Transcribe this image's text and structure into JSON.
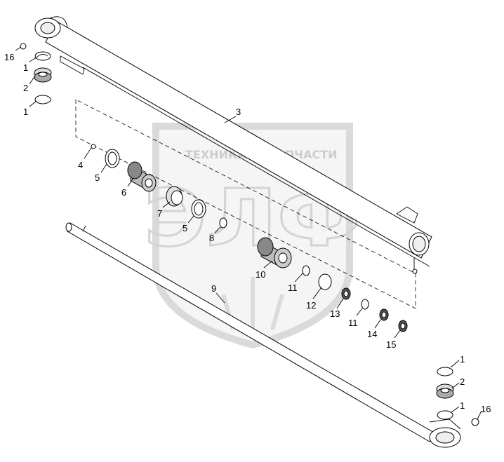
{
  "watermark": {
    "line1_left": "ТЕХНИКА",
    "line1_right": "ЗАПЧАСТИ",
    "monogram": "ЭЛФ",
    "gear_icon": "gear-icon"
  },
  "callouts": [
    {
      "id": "c16a",
      "text": "16"
    },
    {
      "id": "c1a",
      "text": "1"
    },
    {
      "id": "c2a",
      "text": "2"
    },
    {
      "id": "c1b",
      "text": "1"
    },
    {
      "id": "c3",
      "text": "3"
    },
    {
      "id": "c4",
      "text": "4"
    },
    {
      "id": "c5a",
      "text": "5"
    },
    {
      "id": "c6",
      "text": "6"
    },
    {
      "id": "c7",
      "text": "7"
    },
    {
      "id": "c5b",
      "text": "5"
    },
    {
      "id": "c8",
      "text": "8"
    },
    {
      "id": "c10",
      "text": "10"
    },
    {
      "id": "c11a",
      "text": "11"
    },
    {
      "id": "c12",
      "text": "12"
    },
    {
      "id": "c13",
      "text": "13"
    },
    {
      "id": "c11b",
      "text": "11"
    },
    {
      "id": "c14",
      "text": "14"
    },
    {
      "id": "c15",
      "text": "15"
    },
    {
      "id": "c9",
      "text": "9"
    },
    {
      "id": "c1c",
      "text": "1"
    },
    {
      "id": "c2b",
      "text": "2"
    },
    {
      "id": "c1d",
      "text": "1"
    },
    {
      "id": "c16b",
      "text": "16"
    }
  ]
}
